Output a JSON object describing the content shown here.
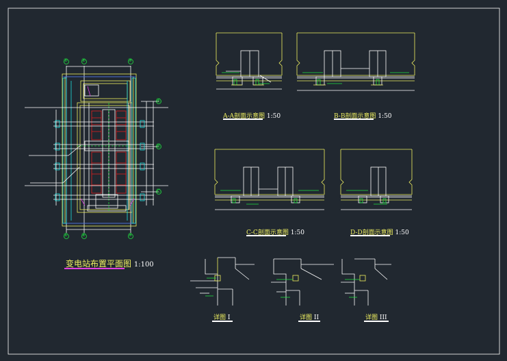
{
  "colors": {
    "background": "#212830",
    "white": "#ffffff",
    "yellow": "#f0f060",
    "green": "#20e040",
    "red": "#e02020",
    "cyan": "#20e0e0",
    "blue": "#2050ff",
    "magenta": "#e040e0"
  },
  "plan": {
    "title": "变电站布置平面图",
    "scale": "1:100",
    "axis_labels": {
      "top": [
        "①",
        "②",
        "③"
      ],
      "bottom": [
        "①",
        "②",
        "③"
      ],
      "right": [
        "Ⓐ",
        "Ⓑ",
        "Ⓒ"
      ]
    }
  },
  "sections": [
    {
      "id": "aa",
      "title": "A-A剖面示意图",
      "scale": "1:50"
    },
    {
      "id": "bb",
      "title": "B-B剖面示意图",
      "scale": "1:50"
    },
    {
      "id": "cc",
      "title": "C-C剖面示意图",
      "scale": "1:50"
    },
    {
      "id": "dd",
      "title": "D-D剖面示意图",
      "scale": "1:50"
    }
  ],
  "details": [
    {
      "id": "d1",
      "title": "详图",
      "num": "I"
    },
    {
      "id": "d2",
      "title": "详图",
      "num": "II"
    },
    {
      "id": "d3",
      "title": "详图",
      "num": "III"
    }
  ]
}
